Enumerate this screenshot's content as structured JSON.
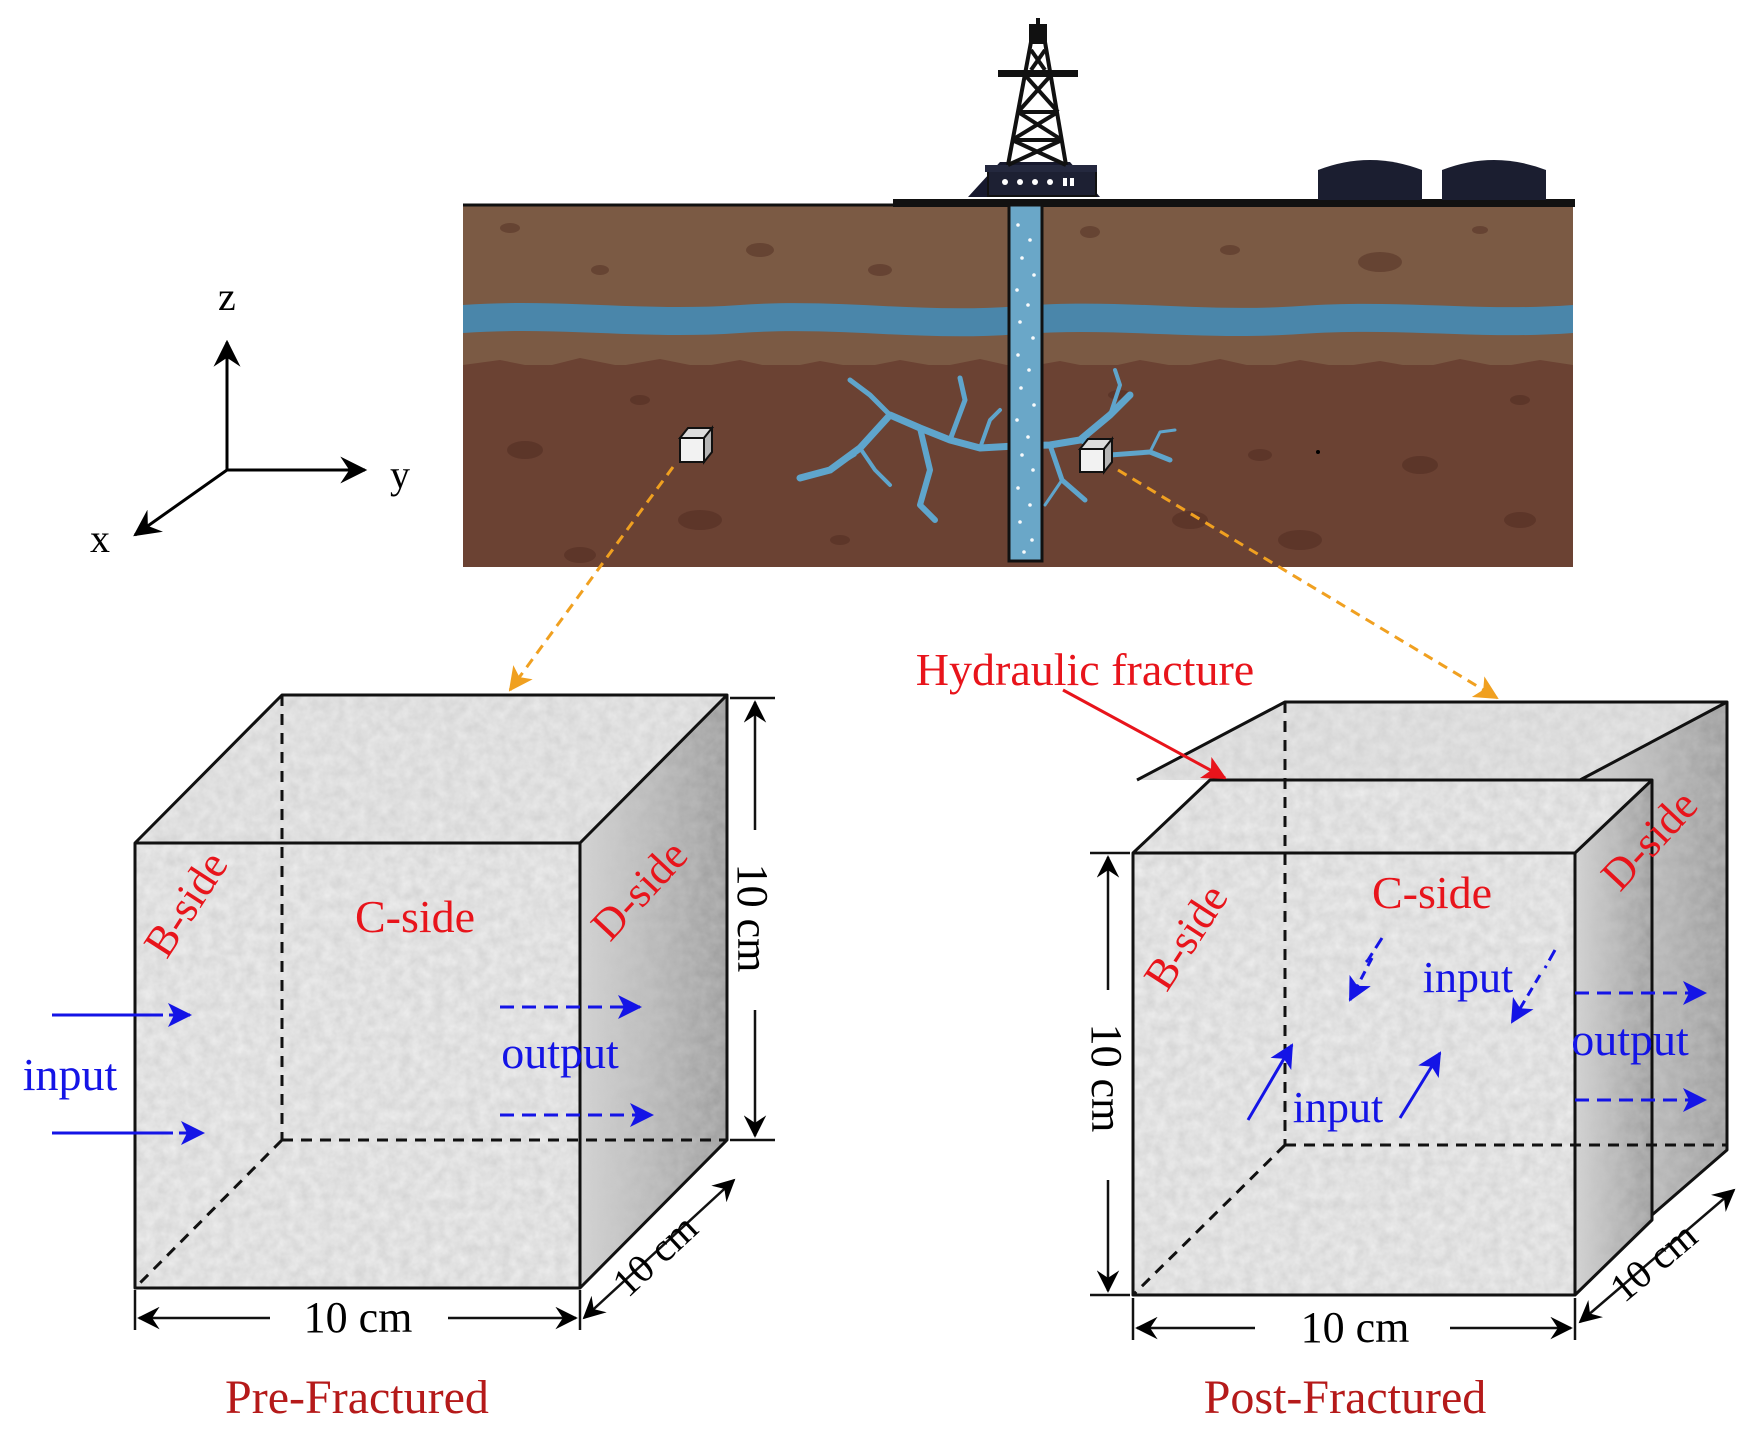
{
  "axes": {
    "z": "z",
    "y": "y",
    "x": "x"
  },
  "pre": {
    "caption": "Pre-Fractured",
    "b_side": "B-side",
    "c_side": "C-side",
    "d_side": "D-side",
    "input": "input",
    "output": "output",
    "dim_width": "10 cm",
    "dim_height": "10 cm",
    "dim_depth": "10 cm"
  },
  "post": {
    "caption": "Post-Fractured",
    "b_side": "B-side",
    "c_side": "C-side",
    "d_side": "D-side",
    "input_top": "input",
    "input_bottom": "input",
    "output": "output",
    "dim_width": "10 cm",
    "dim_height": "10 cm",
    "dim_depth": "10 cm",
    "fracture_label": "Hydraulic fracture"
  },
  "colors": {
    "label_red": "#e8141b",
    "caption_red": "#b51a1a",
    "flow_blue": "#1414e6",
    "leader_orange": "#f0a020",
    "soil_upper": "#7b5a44",
    "soil_lower": "#6b4233",
    "aquifer": "#4a86aa",
    "fracture_fluid": "#5fa5cc"
  }
}
